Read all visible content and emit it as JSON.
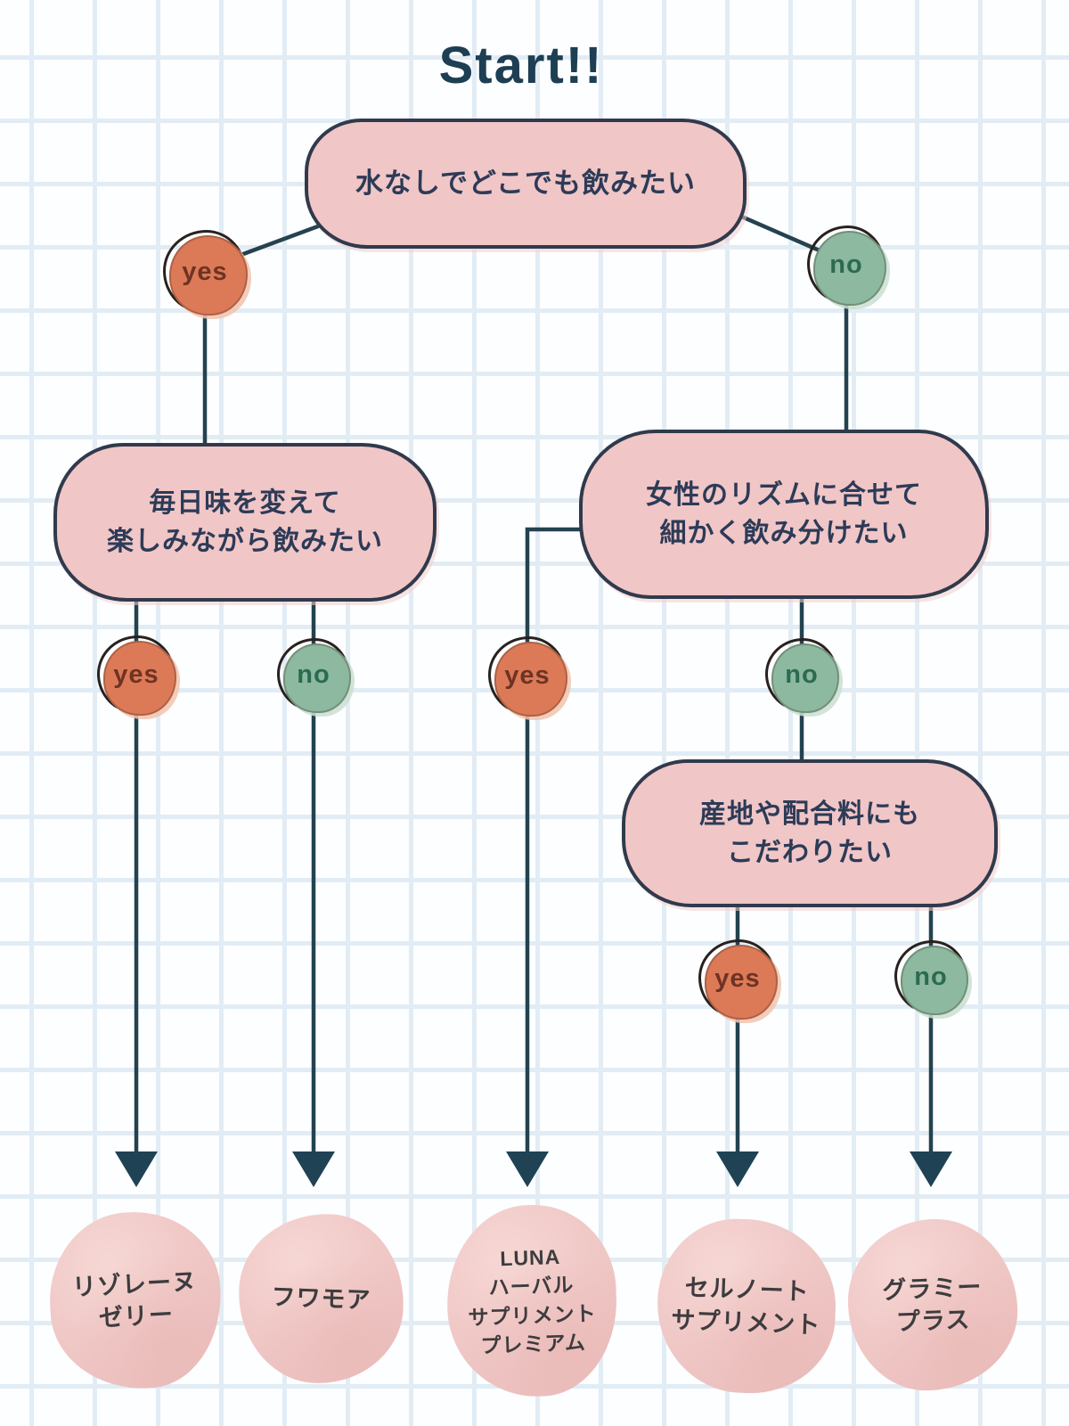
{
  "title": "Start!!",
  "questions": {
    "q1": {
      "text": "水なしでどこでも飲みたい"
    },
    "q2": {
      "line1": "毎日味を変えて",
      "line2": "楽しみながら飲みたい"
    },
    "q3": {
      "line1": "女性のリズムに合せて",
      "line2": "細かく飲み分けたい"
    },
    "q4": {
      "line1": "産地や配合料にも",
      "line2": "こだわりたい"
    }
  },
  "labels": {
    "yes": "yes",
    "no": "no"
  },
  "results": {
    "r1": {
      "line1": "リゾレーヌ",
      "line2": "ゼリー"
    },
    "r2": {
      "line1": "フワモア"
    },
    "r3": {
      "line1": "LUNA",
      "line2": "ハーバル",
      "line3": "サプリメント",
      "line4": "プレミアム"
    },
    "r4": {
      "line1": "セルノート",
      "line2": "サプリメント"
    },
    "r5": {
      "line1": "グラミー",
      "line2": "プラス"
    }
  },
  "colors": {
    "yes_fill": "#dc7a57",
    "no_fill": "#8cb99f",
    "bubble_fill": "#f1c6c7",
    "bubble_border": "#303a4c",
    "connector": "#24424f",
    "arrow": "#1f4254",
    "title_text": "#1d3e53",
    "grid_line": "#e2ecf5",
    "result_blob_fill": "#f0c9c7"
  }
}
